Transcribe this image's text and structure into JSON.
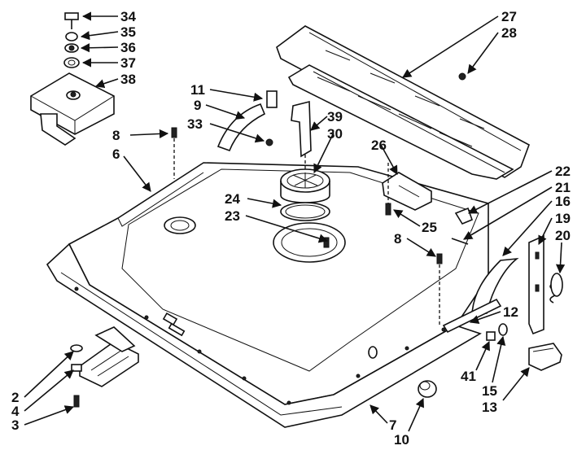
{
  "labels": {
    "l34": "34",
    "l35": "35",
    "l36": "36",
    "l37": "37",
    "l38": "38",
    "l27": "27",
    "l28": "28",
    "l11": "11",
    "l9": "9",
    "l33": "33",
    "l39": "39",
    "l30": "30",
    "l8a": "8",
    "l6": "6",
    "l26": "26",
    "l24": "24",
    "l23": "23",
    "l25": "25",
    "l22": "22",
    "l21": "21",
    "l16": "16",
    "l19": "19",
    "l20": "20",
    "l8b": "8",
    "l12": "12",
    "l2": "2",
    "l4": "4",
    "l3": "3",
    "l41": "41",
    "l15": "15",
    "l13": "13",
    "l7": "7",
    "l10": "10"
  }
}
